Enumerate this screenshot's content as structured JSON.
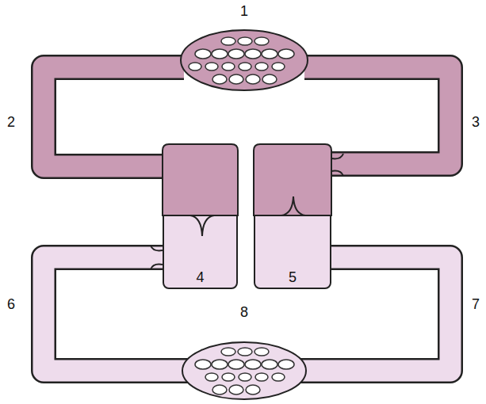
{
  "diagram": {
    "nodes": [
      {
        "text": [
          "4"
        ]
      },
      {
        "text": [
          "5"
        ]
      }
    ],
    "labels": [
      "1",
      "2",
      "3",
      "6",
      "7",
      "8"
    ]
  }
}
